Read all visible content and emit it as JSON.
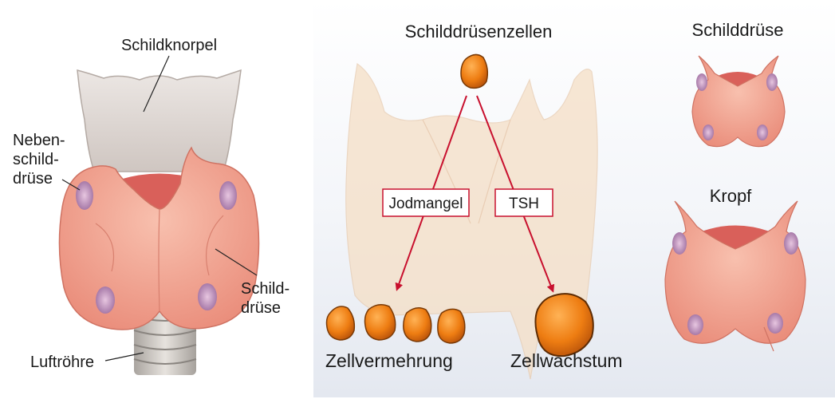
{
  "left_panel": {
    "labels": {
      "thyroid_cartilage": "Schildknorpel",
      "parathyroid_line1": "Neben-",
      "parathyroid_line2": "schild-",
      "parathyroid_line3": "drüse",
      "thyroid_line1": "Schild-",
      "thyroid_line2": "drüse",
      "trachea": "Luftröhre"
    }
  },
  "center_panel": {
    "title": "Schilddrüsenzellen",
    "cause_iodine": "Jodmangel",
    "cause_tsh": "TSH",
    "result_proliferation": "Zellvermehrung",
    "result_growth": "Zellwachstum"
  },
  "right_panel": {
    "normal_title": "Schilddrüse",
    "goiter_title": "Kropf"
  },
  "colors": {
    "arrow": "#c8102e",
    "cell": "#e8730f",
    "tissue": "#f2a592",
    "panel_bg": "#e9ecf3"
  }
}
